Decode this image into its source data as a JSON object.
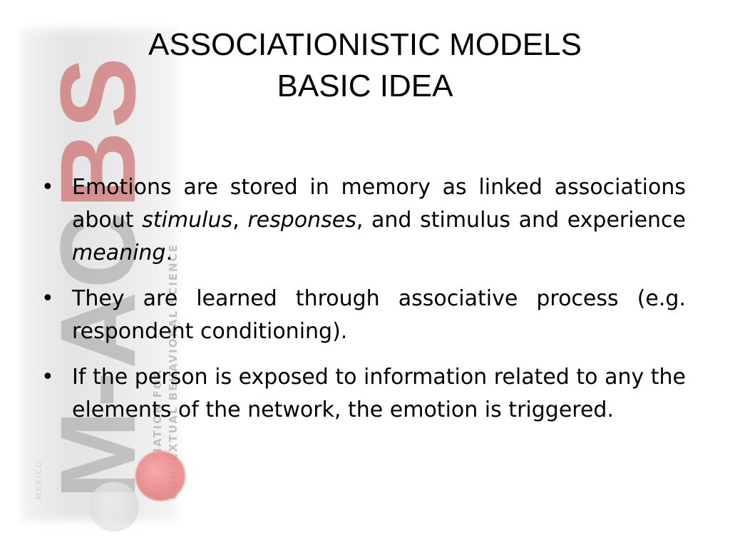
{
  "slide": {
    "title_line1": "ASSOCIATIONISTIC MODELS",
    "title_line2": "BASIC IDEA"
  },
  "logo": {
    "acronym_part1": "M-AC",
    "acronym_part2": "BS",
    "country": "MEXICO",
    "sub_line1": "ASSOCIATION FOR",
    "sub_line2": "CONTEXTUAL BEHAVIORAL SCIENCE",
    "colors": {
      "red": "#c43c3c",
      "grey": "#9a9a9a"
    }
  },
  "bullets": [
    {
      "t1": "Emotions are stored in memory as linked associations about ",
      "i1": "stimulus",
      "t2": ", ",
      "i2": "responses",
      "t3": ", and stimulus and experience ",
      "i3": "meaning",
      "t4": "."
    },
    {
      "text": "They are learned through associative process (e.g. respondent conditioning)."
    },
    {
      "text": "If the person is exposed to information related to any the elements of the network, the emotion is triggered."
    }
  ]
}
